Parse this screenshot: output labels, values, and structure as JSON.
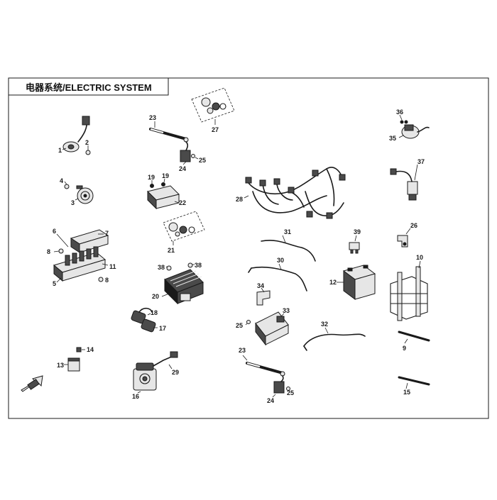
{
  "diagram": {
    "title": "电器系统/ELECTRIC SYSTEM",
    "callouts": [
      {
        "id": "c1",
        "text": "1"
      },
      {
        "id": "c2",
        "text": "2"
      },
      {
        "id": "c3",
        "text": "3"
      },
      {
        "id": "c4",
        "text": "4"
      },
      {
        "id": "c5",
        "text": "5"
      },
      {
        "id": "c6",
        "text": "6"
      },
      {
        "id": "c7",
        "text": "7"
      },
      {
        "id": "c8a",
        "text": "8"
      },
      {
        "id": "c8b",
        "text": "8"
      },
      {
        "id": "c9",
        "text": "9"
      },
      {
        "id": "c10",
        "text": "10"
      },
      {
        "id": "c11",
        "text": "11"
      },
      {
        "id": "c12",
        "text": "12"
      },
      {
        "id": "c13",
        "text": "13"
      },
      {
        "id": "c14",
        "text": "14"
      },
      {
        "id": "c15",
        "text": "15"
      },
      {
        "id": "c16",
        "text": "16"
      },
      {
        "id": "c17",
        "text": "17"
      },
      {
        "id": "c18",
        "text": "18"
      },
      {
        "id": "c19a",
        "text": "19"
      },
      {
        "id": "c19b",
        "text": "19"
      },
      {
        "id": "c20",
        "text": "20"
      },
      {
        "id": "c21",
        "text": "21"
      },
      {
        "id": "c22",
        "text": "22"
      },
      {
        "id": "c23a",
        "text": "23"
      },
      {
        "id": "c23b",
        "text": "23"
      },
      {
        "id": "c24a",
        "text": "24"
      },
      {
        "id": "c24b",
        "text": "24"
      },
      {
        "id": "c25a",
        "text": "25"
      },
      {
        "id": "c25b",
        "text": "25"
      },
      {
        "id": "c25c",
        "text": "25"
      },
      {
        "id": "c26",
        "text": "26"
      },
      {
        "id": "c27",
        "text": "27"
      },
      {
        "id": "c28",
        "text": "28"
      },
      {
        "id": "c29",
        "text": "29"
      },
      {
        "id": "c30",
        "text": "30"
      },
      {
        "id": "c31",
        "text": "31"
      },
      {
        "id": "c32",
        "text": "32"
      },
      {
        "id": "c33",
        "text": "33"
      },
      {
        "id": "c34",
        "text": "34"
      },
      {
        "id": "c35",
        "text": "35"
      },
      {
        "id": "c36",
        "text": "36"
      },
      {
        "id": "c37",
        "text": "37"
      },
      {
        "id": "c38a",
        "text": "38"
      },
      {
        "id": "c38b",
        "text": "38"
      },
      {
        "id": "c39",
        "text": "39"
      }
    ]
  }
}
